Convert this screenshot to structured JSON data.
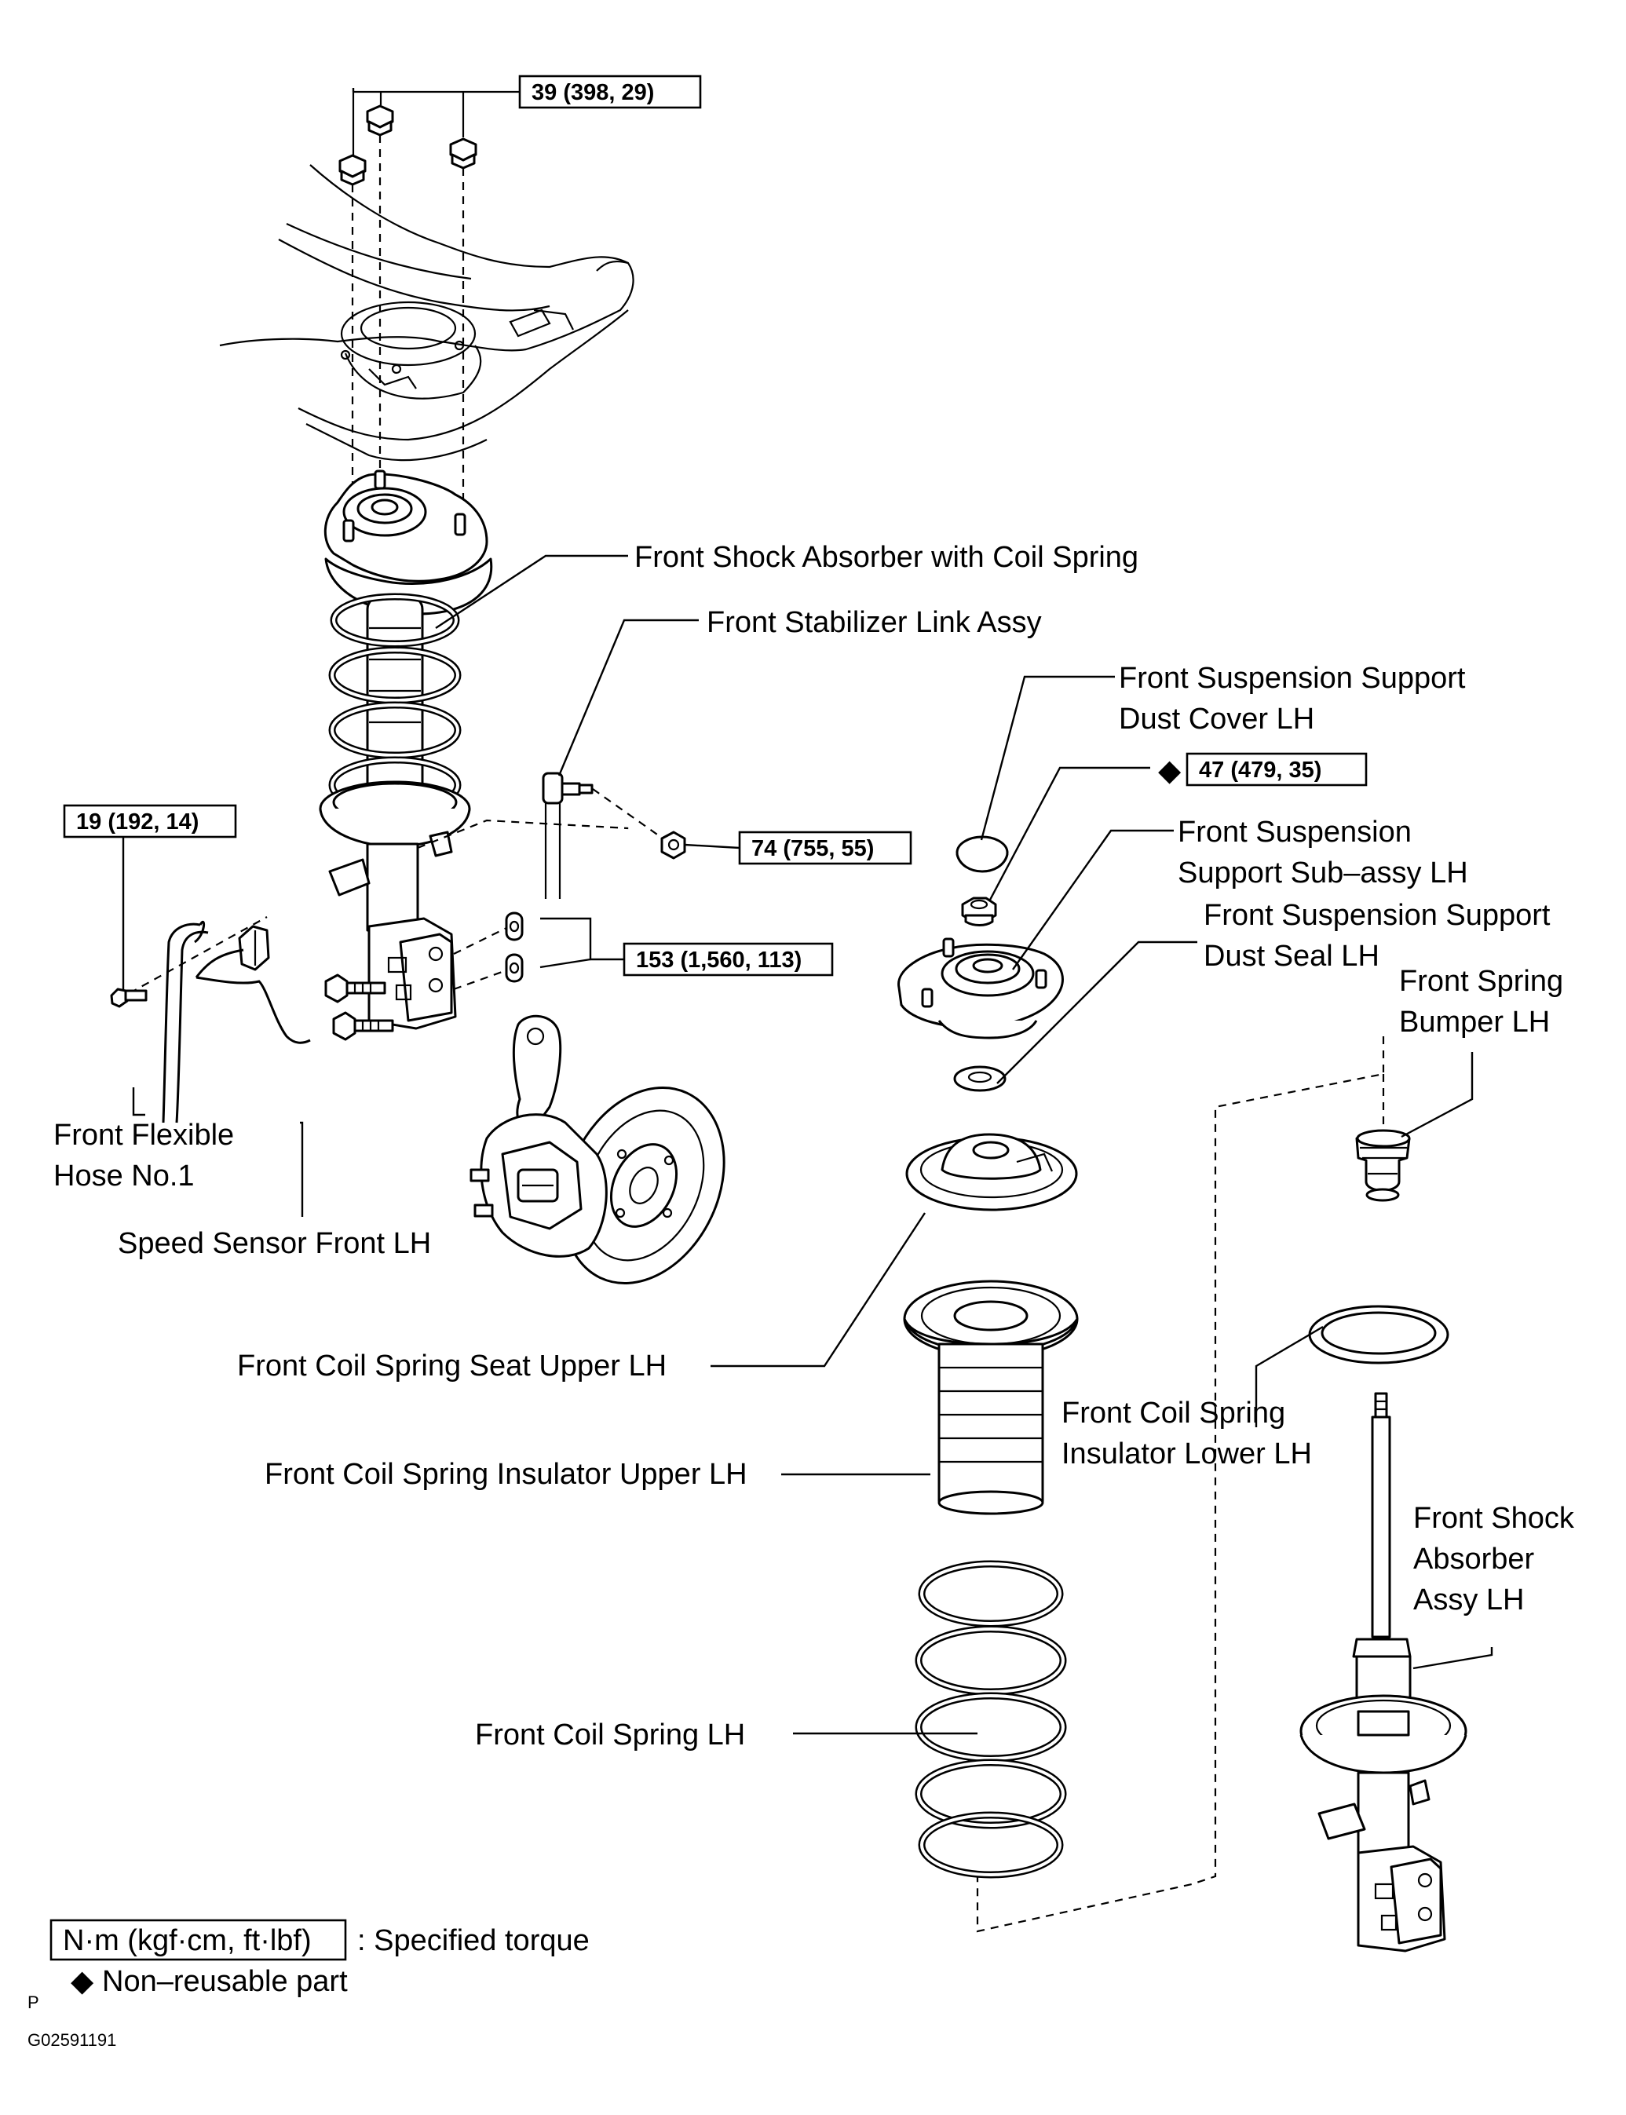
{
  "labels": {
    "shock_with_spring": "Front Shock Absorber with Coil Spring",
    "stabilizer_link": "Front Stabilizer Link Assy",
    "dust_cover_l1": "Front Suspension Support",
    "dust_cover_l2": "Dust Cover LH",
    "support_subassy_l1": "Front Suspension",
    "support_subassy_l2": "Support Sub–assy LH",
    "dust_seal_l1": "Front Suspension Support",
    "dust_seal_l2": "Dust Seal LH",
    "spring_bumper_l1": "Front Spring",
    "spring_bumper_l2": "Bumper LH",
    "flexible_hose_l1": "Front Flexible",
    "flexible_hose_l2": "Hose No.1",
    "speed_sensor": "Speed Sensor Front LH",
    "spring_seat_upper": "Front Coil Spring Seat Upper LH",
    "insulator_upper": "Front Coil Spring Insulator Upper LH",
    "insulator_lower_l1": "Front Coil Spring",
    "insulator_lower_l2": "Insulator Lower LH",
    "shock_assy_l1": "Front Shock",
    "shock_assy_l2": "Absorber",
    "shock_assy_l3": "Assy LH",
    "coil_spring": "Front Coil Spring LH"
  },
  "torques": {
    "upper_mount_nuts": "39 (398, 29)",
    "sensor_bolt": "19 (192, 14)",
    "stabilizer_nut": "74 (755, 55)",
    "knuckle_bolts": "153 (1,560, 113)",
    "support_nut": "47 (479, 35)"
  },
  "legend": {
    "torque_unit": "N·m (kgf·cm, ft·lbf)",
    "torque_desc": ": Specified torque",
    "non_reusable_desc": "Non–reusable part",
    "non_reusable_symbol": "◆"
  },
  "footer": {
    "corner_mark": "P",
    "ref_code": "G02591191"
  }
}
